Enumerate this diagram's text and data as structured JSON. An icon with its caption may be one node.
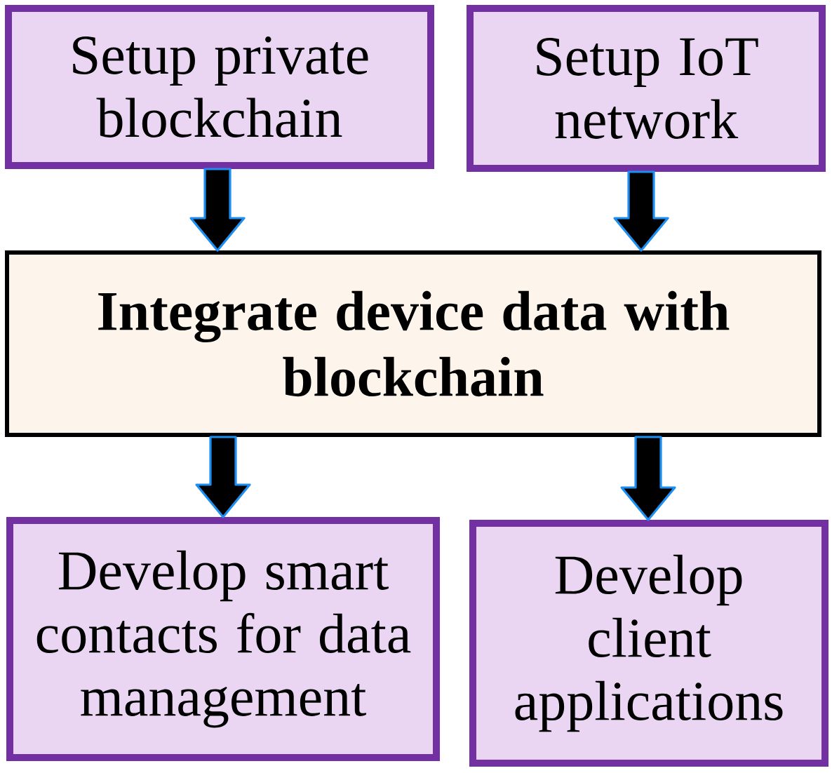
{
  "diagram": {
    "nodes": [
      {
        "text": [
          "Setup private blockchain"
        ]
      },
      {
        "text": [
          "Setup IoT network"
        ]
      },
      {
        "text": [
          "Integrate device data with blockchain"
        ]
      },
      {
        "text": [
          "Develop smart contacts for data management"
        ]
      },
      {
        "text": [
          "Develop client applications"
        ]
      }
    ],
    "edges": [
      {
        "from": 0,
        "to": 2,
        "arrow": "to"
      },
      {
        "from": 1,
        "to": 2,
        "arrow": "to"
      },
      {
        "from": 2,
        "to": 3,
        "arrow": "to"
      },
      {
        "from": 2,
        "to": 4,
        "arrow": "to"
      }
    ]
  }
}
